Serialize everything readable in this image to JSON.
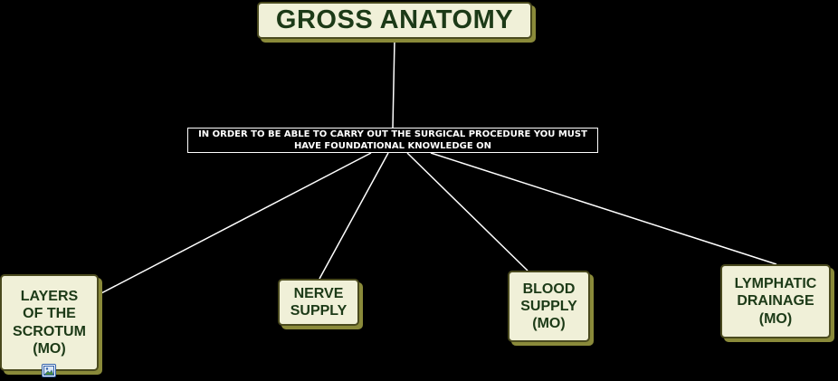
{
  "title": "GROSS ANATOMY",
  "intro": "IN ORDER TO BE ABLE TO CARRY OUT THE SURGICAL PROCEDURE YOU MUST HAVE FOUNDATIONAL KNOWLEDGE ON",
  "nodes": [
    {
      "label": "LAYERS\nOF THE\nSCROTUM\n(MO)"
    },
    {
      "label": "NERVE\nSUPPLY"
    },
    {
      "label": "BLOOD\nSUPPLY\n(MO)"
    },
    {
      "label": "LYMPHATIC\nDRAINAGE\n(MO)"
    }
  ],
  "icons": {
    "attachment": "image-icon"
  },
  "colors": {
    "background": "#000000",
    "node_fill": "#f0f0d8",
    "node_text": "#1c3a17",
    "node_shadow": "#8a8a3a",
    "line": "#ffffff"
  }
}
